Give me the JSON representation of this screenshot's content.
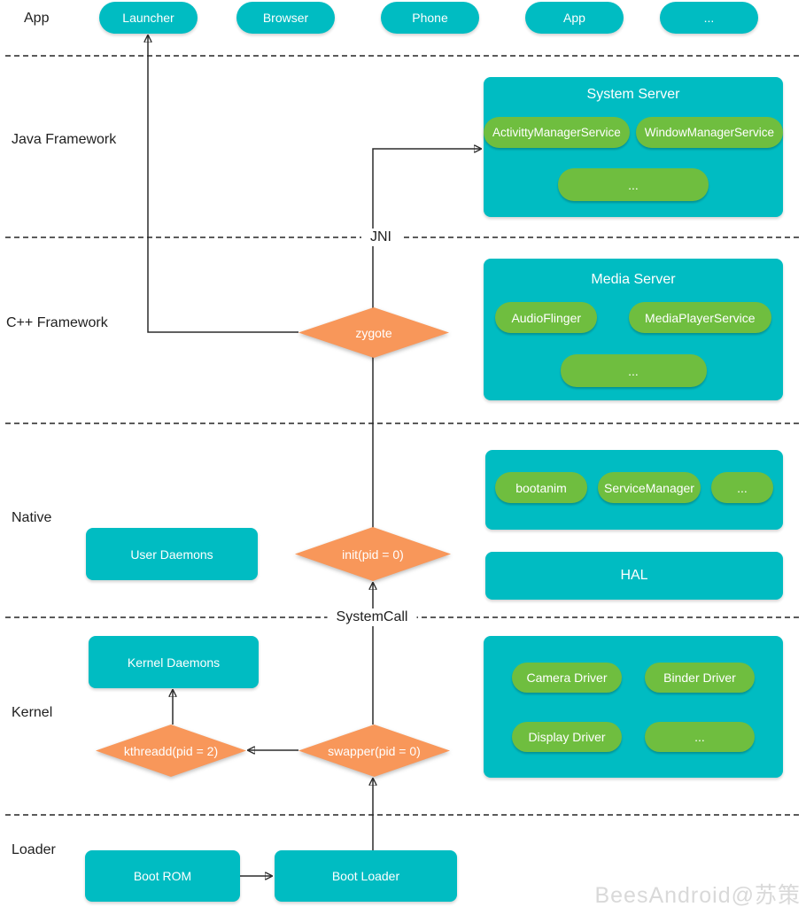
{
  "layer_labels": {
    "app": "App",
    "java_framework": "Java Framework",
    "cpp_framework": "C++ Framework",
    "native": "Native",
    "kernel": "Kernel",
    "loader": "Loader"
  },
  "app_row": [
    "Launcher",
    "Browser",
    "Phone",
    "App",
    "..."
  ],
  "boundary_labels": {
    "jni": "JNI",
    "system_call": "SystemCall"
  },
  "system_server": {
    "title": "System Server",
    "pills": [
      "ActivittyManagerService",
      "WindowManagerService",
      "..."
    ]
  },
  "media_server": {
    "title": "Media Server",
    "pills": [
      "AudioFlinger",
      "MediaPlayerService",
      "..."
    ]
  },
  "native_services": {
    "pills": [
      "bootanim",
      "ServiceManager",
      "..."
    ]
  },
  "hal": {
    "title": "HAL"
  },
  "drivers": {
    "pills": [
      "Camera Driver",
      "Binder Driver",
      "Display Driver",
      "..."
    ]
  },
  "user_daemons": {
    "title": "User Daemons"
  },
  "kernel_daemons": {
    "title": "Kernel Daemons"
  },
  "boot_rom": {
    "title": "Boot ROM"
  },
  "boot_loader": {
    "title": "Boot Loader"
  },
  "processes": {
    "zygote": "zygote",
    "init": "init(pid = 0)",
    "kthreadd": "kthreadd(pid = 2)",
    "swapper": "swapper(pid = 0)"
  },
  "watermark": "BeesAndroid@苏策",
  "colors": {
    "teal": "#00BCC2",
    "green": "#6FBE3F",
    "orange": "#F8975A"
  }
}
